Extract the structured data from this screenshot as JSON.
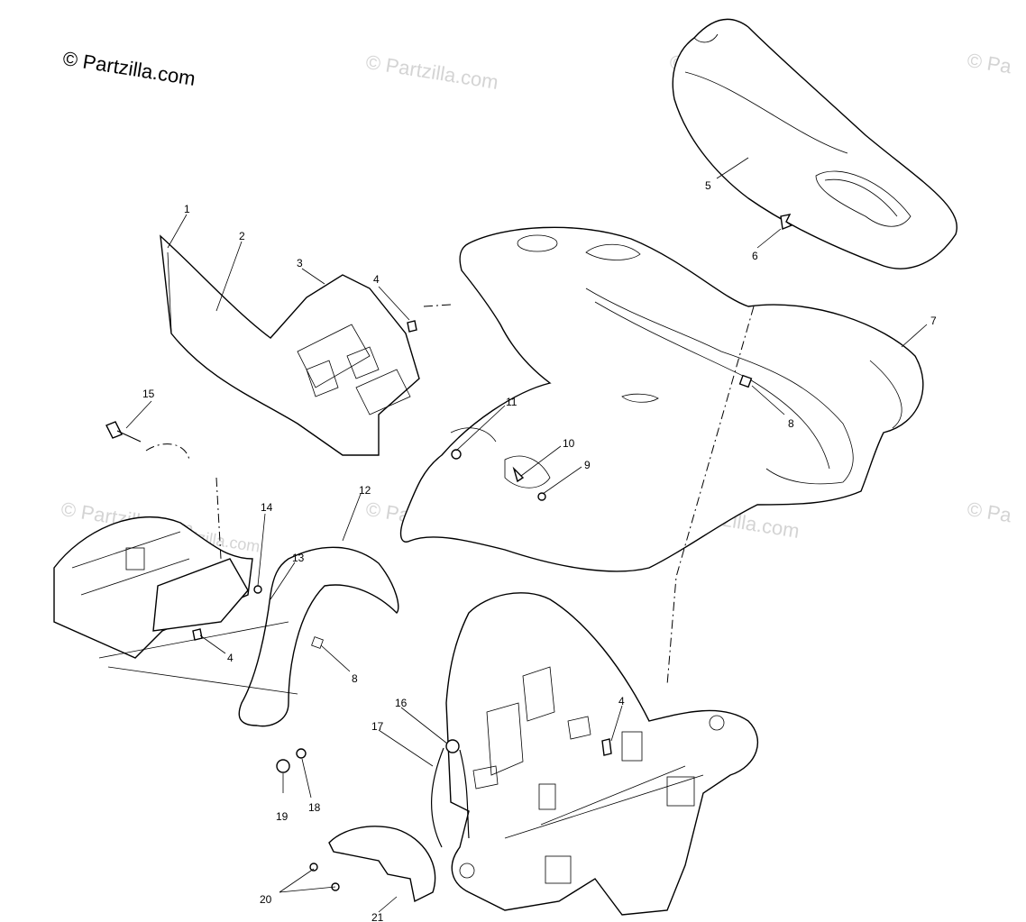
{
  "copyright": "© Partzilla.com",
  "watermarks": [
    "© Partzilla.com",
    "© Partzilla.com",
    "© Partzilla.com",
    "© Partzilla.com",
    "© Partzilla.com",
    "© Pa",
    "© Pa",
    "© Partzilla.com"
  ],
  "callouts": {
    "c1": "1",
    "c2": "2",
    "c3": "3",
    "c4a": "4",
    "c4b": "4",
    "c4c": "4",
    "c5": "5",
    "c6": "6",
    "c7": "7",
    "c8a": "8",
    "c8b": "8",
    "c9": "9",
    "c10": "10",
    "c11": "11",
    "c12": "12",
    "c13": "13",
    "c14": "14",
    "c15": "15",
    "c16": "16",
    "c17": "17",
    "c18": "18",
    "c19": "19",
    "c20": "20",
    "c21": "21"
  }
}
